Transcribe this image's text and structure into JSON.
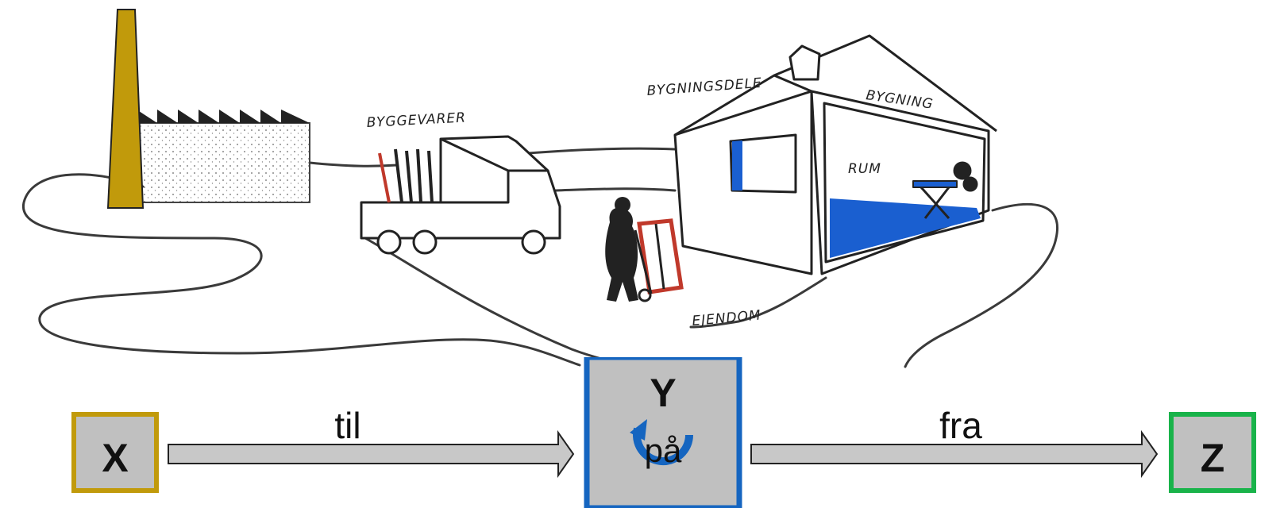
{
  "scene": {
    "labels": {
      "building_materials": "BYGGEVARER",
      "building_parts": "BYGNINGSDELE",
      "building": "BYGNING",
      "room": "RUM",
      "property": "EJENDOM"
    }
  },
  "flow": {
    "nodes": {
      "x": {
        "letter": "X",
        "color": "#c19a0b"
      },
      "y": {
        "letter": "Y",
        "sub_label": "på",
        "color": "#1565c0"
      },
      "z": {
        "letter": "Z",
        "color": "#19b34a"
      }
    },
    "edges": {
      "x_to_y": "til",
      "y_to_z": "fra"
    },
    "box_fill": "#c0c0c0",
    "arrow_fill": "#c8c8c8"
  },
  "colors": {
    "chimney": "#c19a0b",
    "room_floor": "#1a5fd0",
    "frame_red": "#c0392b"
  }
}
